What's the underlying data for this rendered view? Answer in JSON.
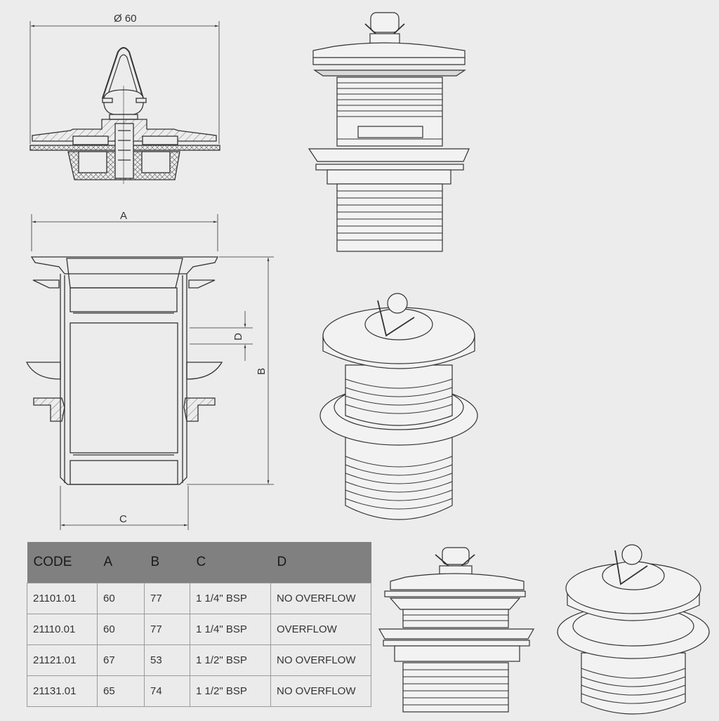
{
  "drawings": {
    "plug_section": {
      "diameter_label": "Ø 60",
      "diameter_symbol": "Ø",
      "diameter_value": "60"
    },
    "body_section": {
      "dim_a": "A",
      "dim_b": "B",
      "dim_c": "C",
      "dim_d": "D"
    },
    "renderings": [
      "front-view-waste-with-plug",
      "isometric-view-waste-with-plug",
      "front-view-waste-short",
      "isometric-view-waste-short"
    ]
  },
  "spec_table": {
    "columns": [
      "CODE",
      "A",
      "B",
      "C",
      "D"
    ],
    "rows": [
      [
        "21101.01",
        "60",
        "77",
        "1 1/4\" BSP",
        "NO OVERFLOW"
      ],
      [
        "21110.01",
        "60",
        "77",
        "1 1/4\" BSP",
        "OVERFLOW"
      ],
      [
        "21121.01",
        "67",
        "53",
        "1 1/2\" BSP",
        "NO OVERFLOW"
      ],
      [
        "21131.01",
        "65",
        "74",
        "1 1/2\" BSP",
        "NO OVERFLOW"
      ]
    ]
  },
  "colors": {
    "background": "#ececec",
    "header": "#808080",
    "line": "#333333",
    "grid": "#9a9a9a"
  }
}
